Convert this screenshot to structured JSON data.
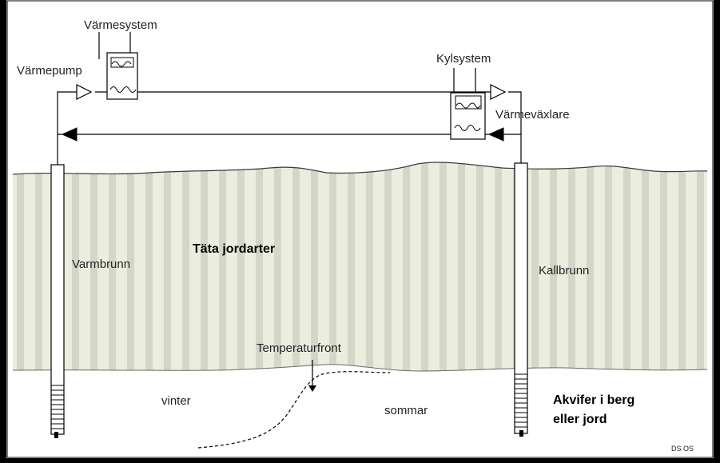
{
  "labels": {
    "heating_system": "Värmesystem",
    "heat_pump": "Värmepump",
    "cooling_system": "Kylsystem",
    "heat_exchanger": "Värmeväxlare",
    "soil": "Täta jordarter",
    "warm_well": "Varmbrunn",
    "cold_well": "Kallbrunn",
    "temperature_front": "Temperaturfront",
    "winter": "vinter",
    "summer": "sommar",
    "aquifer_line1": "Akvifer i berg",
    "aquifer_line2": "eller jord",
    "credit": "DS OS"
  },
  "colors": {
    "background": "#ffffff",
    "soil_light": "#ecedde",
    "soil_stripe": "#d4d6c8",
    "line": "#000000",
    "border": "#000000"
  }
}
